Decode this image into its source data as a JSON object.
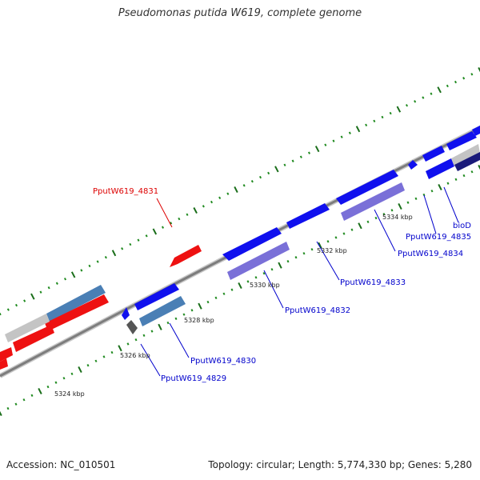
{
  "header": {
    "title": "Pseudomonas putida W619, complete genome"
  },
  "footer": {
    "accession": "Accession: NC_010501",
    "topology": "Topology: circular; Length: 5,774,330 bp; Genes: 5,280"
  },
  "colors": {
    "backbone": "#8c8c8c",
    "tick_dot": "#1f8a1f",
    "tick_major": "#1a6e1a",
    "label_blue": "#0000cc",
    "label_red": "#dd0000",
    "gene_blue": "#1010ee",
    "gene_steel": "#4a7fb5",
    "gene_lavender": "#7a70d8",
    "gene_red": "#ee1111",
    "gene_gray": "#c4c4c4",
    "gene_dark": "#555555",
    "gene_navy": "#1a1a7a"
  },
  "map": {
    "tick_labels": [
      "5324 kbp",
      "5326 kbp",
      "5328 kbp",
      "5330 kbp",
      "5332 kbp",
      "5334 kbp"
    ],
    "gene_labels": [
      {
        "id": "PputW619_4831",
        "color": "red"
      },
      {
        "id": "PputW619_4830",
        "color": "blue"
      },
      {
        "id": "PputW619_4829",
        "color": "blue"
      },
      {
        "id": "PputW619_4832",
        "color": "blue"
      },
      {
        "id": "PputW619_4833",
        "color": "blue"
      },
      {
        "id": "PputW619_4834",
        "color": "blue"
      },
      {
        "id": "PputW619_4835",
        "color": "blue"
      },
      {
        "id": "bioD",
        "color": "blue"
      }
    ]
  }
}
